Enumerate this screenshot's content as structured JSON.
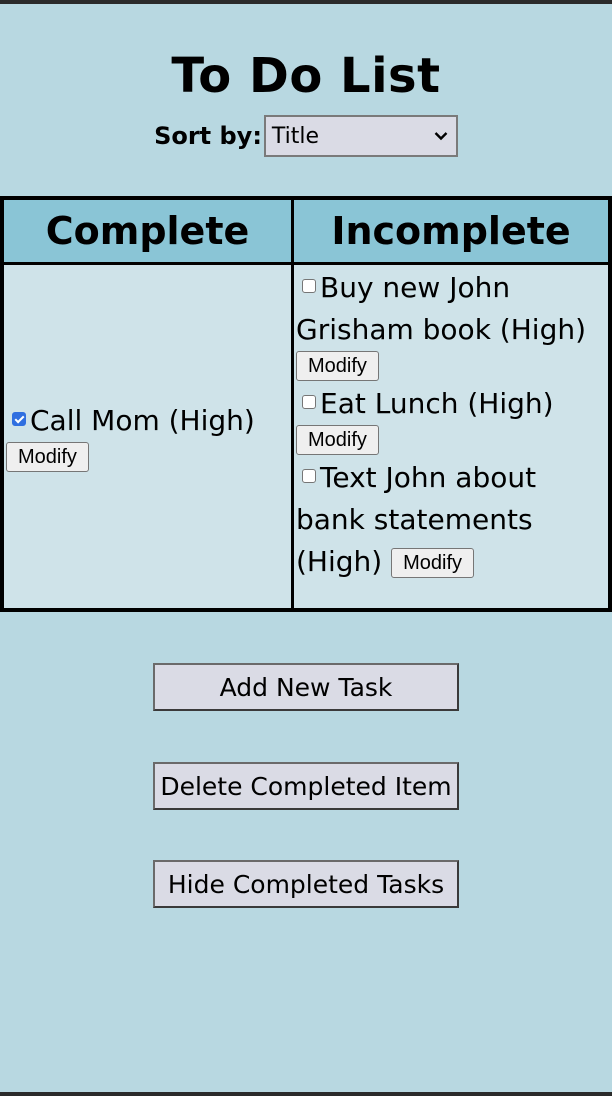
{
  "app": {
    "title": "To Do List"
  },
  "sort": {
    "label": "Sort by:",
    "selected": "Title"
  },
  "table": {
    "headers": {
      "complete": "Complete",
      "incomplete": "Incomplete"
    },
    "complete": [
      {
        "text": "Call Mom (High)",
        "checked": true,
        "button": "Modify"
      }
    ],
    "incomplete": [
      {
        "text": "Buy new John Grisham book (High)",
        "checked": false,
        "button": "Modify"
      },
      {
        "text": "Eat Lunch (High)",
        "checked": false,
        "button": "Modify"
      },
      {
        "text": "Text John about bank statements (High)",
        "checked": false,
        "button": "Modify"
      }
    ]
  },
  "actions": {
    "add": "Add New Task",
    "delete": "Delete Completed Item",
    "hide": "Hide Completed Tasks"
  },
  "colors": {
    "background": "#b8d8e1",
    "header": "#8ac5d6",
    "cell": "#cfe3e9",
    "button": "#dadbe5",
    "checkbox_accent": "#2f6fe0"
  }
}
